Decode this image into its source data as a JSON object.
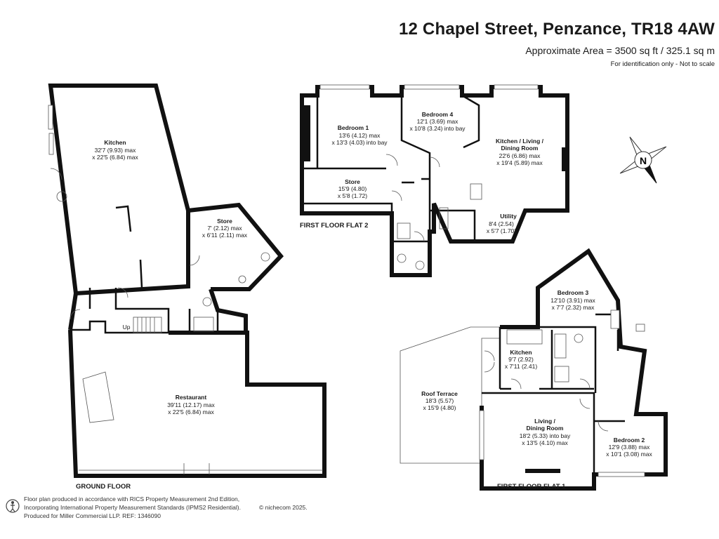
{
  "header": {
    "address": "12 Chapel Street, Penzance, TR18 4AW",
    "area": "Approximate Area = 3500 sq ft / 325.1 sq m",
    "note": "For identification only - Not to scale"
  },
  "compass": {
    "letter": "N"
  },
  "floors": {
    "ground": "GROUND FLOOR",
    "first_flat_2": "FIRST FLOOR FLAT 2",
    "first_flat_1": "FIRST FLOOR FLAT 1"
  },
  "rooms": {
    "kitchen_g": {
      "name": "Kitchen",
      "dim1": "32'7 (9.93) max",
      "dim2": "x 22'5 (6.84) max"
    },
    "store_g": {
      "name": "Store",
      "dim1": "7' (2.12) max",
      "dim2": "x 6'11 (2.11) max"
    },
    "restaurant": {
      "name": "Restaurant",
      "dim1": "39'11 (12.17) max",
      "dim2": "x 22'5 (6.84) max"
    },
    "up": {
      "name": "Up"
    },
    "bedroom1": {
      "name": "Bedroom 1",
      "dim1": "13'6 (4.12) max",
      "dim2": "x 13'3 (4.03) into bay"
    },
    "bedroom4": {
      "name": "Bedroom 4",
      "dim1": "12'1 (3.69) max",
      "dim2": "x 10'8 (3.24) into bay"
    },
    "kitchen_living": {
      "name": "Kitchen / Living /",
      "name2": "Dining Room",
      "dim1": "22'6 (6.86) max",
      "dim2": "x 19'4 (5.89) max"
    },
    "store_f2": {
      "name": "Store",
      "dim1": "15'9 (4.80)",
      "dim2": "x 5'8 (1.72)"
    },
    "utility": {
      "name": "Utility",
      "dim1": "8'4 (2.54)",
      "dim2": "x 5'7 (1.70)"
    },
    "bedroom3": {
      "name": "Bedroom 3",
      "dim1": "12'10 (3.91) max",
      "dim2": "x 7'7 (2.32) max"
    },
    "kitchen_f1": {
      "name": "Kitchen",
      "dim1": "9'7 (2.92)",
      "dim2": "x 7'11 (2.41)"
    },
    "roof_terrace": {
      "name": "Roof Terrace",
      "dim1": "18'3 (5.57)",
      "dim2": "x 15'9 (4.80)"
    },
    "living_dining": {
      "name": "Living /",
      "name2": "Dining Room",
      "dim1": "18'2 (5.33) into bay",
      "dim2": "x 13'5 (4.10) max"
    },
    "bedroom2": {
      "name": "Bedroom 2",
      "dim1": "12'9 (3.88) max",
      "dim2": "x 10'1 (3.08) max"
    }
  },
  "footer": {
    "line1": "Floor plan produced in accordance with RICS Property Measurement 2nd Edition,",
    "line2": "Incorporating International Property Measurement Standards (IPMS2 Residential).",
    "copyright": "© nichecom 2025.",
    "line3": "Produced for Miller Commercial LLP.   REF: 1346090"
  }
}
